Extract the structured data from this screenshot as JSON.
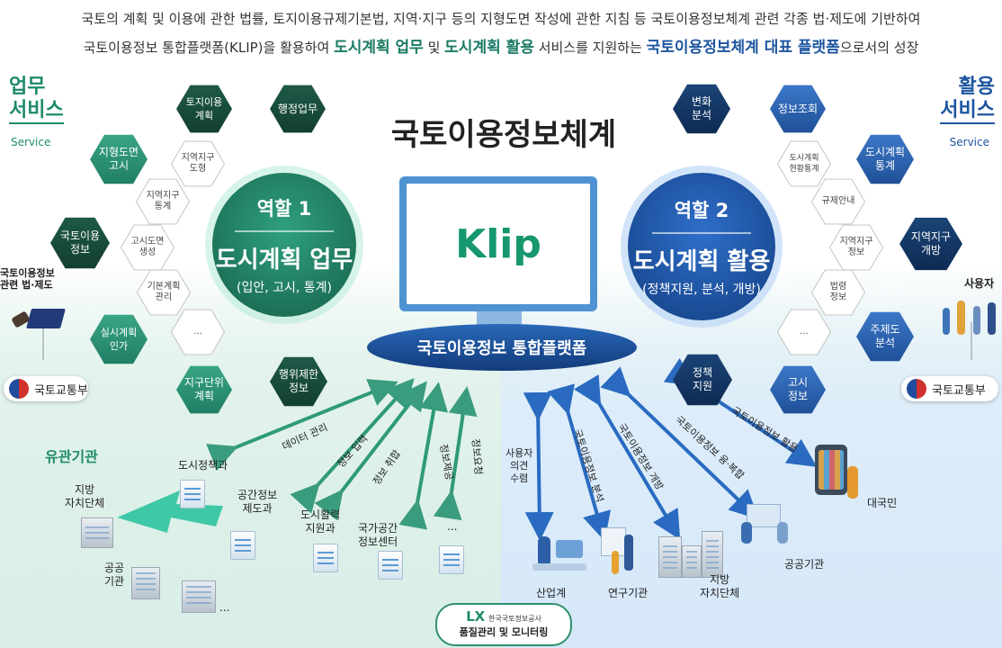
{
  "header": {
    "line1": "국토의 계획 및 이용에 관한 법률, 토지이용규제기본법, 지역·지구 등의 지형도면 작성에 관한 지침 등 국토이용정보체계 관련 각종 법·제도에 기반하여",
    "line2_a": "국토이용정보 통합플랫폼(KLIP)을 활용하여 ",
    "line2_b": "도시계획 업무",
    "line2_c": " 및 ",
    "line2_d": "도시계획 활용",
    "line2_e": " 서비스를 지원하는 ",
    "line2_f": "국토이용정보체계 대표 플랫폼",
    "line2_g": "으로서의 성장"
  },
  "left_service": {
    "title_1": "업무",
    "title_2": "서비스",
    "sub": "Service"
  },
  "right_service": {
    "title_1": "활용",
    "title_2": "서비스",
    "sub": "Service"
  },
  "main_title": "국토이용정보체계",
  "role1": {
    "role": "역할 1",
    "main": "도시계획 업무",
    "sub": "(입안, 고시, 통계)"
  },
  "role2": {
    "role": "역할 2",
    "main": "도시계획 활용",
    "sub": "(정책지원, 분석, 개방)"
  },
  "logo": "Klip",
  "platform": "국토이용정보 통합플랫폼",
  "left_hex": {
    "land": "토지이용\n계획",
    "admin": "행정업무",
    "topo": "지형도면\n고시",
    "zone_topo": "지역지구\n도형",
    "zone_stat": "지역지구\n통계",
    "info": "국토이용\n정보",
    "notice_gen": "고시도면\n생성",
    "basic": "기본계획\n관리",
    "approval": "실시계획\n인가",
    "etc": "...",
    "district": "지구단위\n계획",
    "restrict": "행위제한\n정보"
  },
  "right_hex": {
    "change": "변화\n분석",
    "inquiry": "정보조회",
    "status": "도시계획\n현황통계",
    "stats": "도시계획\n통계",
    "guide": "규제안내",
    "zone_info": "지역지구\n정보",
    "open": "지역지구\n개방",
    "law_info": "법령\n정보",
    "etc": "...",
    "theme": "주제도\n분석",
    "policy": "정책\n지원",
    "notice": "고시\n정보"
  },
  "law_label": "국토이용정보\n관련 법·제도",
  "molit_left": "국토교통부",
  "molit_right": "국토교통부",
  "users": "사용자",
  "agencies_title": "유관기관",
  "left_labels": {
    "local": "지방\n자치단체",
    "public": "공공\n기관",
    "dots": "...",
    "urban_policy": "도시정책과",
    "spatial": "공간정보\n제도과",
    "vitality": "도시활력\n지원과",
    "national": "국가공간\n정보센터",
    "dots2": "..."
  },
  "left_arrows": [
    "데이터 관리",
    "정보 입력",
    "정보 취합",
    "정보제공",
    "정보요청"
  ],
  "right_arrows": [
    "사용자\n의견\n수렴",
    "국토이용정보 분석",
    "국토이용정보 개방",
    "국토이용정보 융·복합",
    "국토이용정보 활용"
  ],
  "right_labels": {
    "industry": "산업계",
    "research": "연구기관",
    "local": "지방\n자치단체",
    "public": "공공기관",
    "citizen": "대국민"
  },
  "lx": {
    "logo": "LX",
    "org": "한국국토정보공사",
    "caption": "품질관리 및 모니터링"
  },
  "colors": {
    "green": "#1f8a6c",
    "blue": "#1e56a0",
    "dark_green": "#17473a",
    "navy": "#0e2a52"
  }
}
